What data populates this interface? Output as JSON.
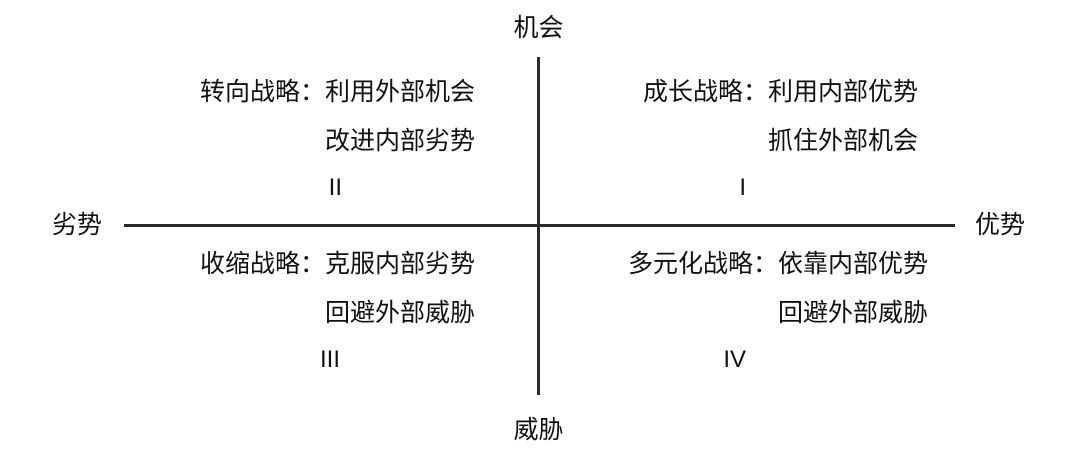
{
  "diagram": {
    "type": "swot-strategy-matrix",
    "axes": {
      "top_label": "机会",
      "bottom_label": "威胁",
      "left_label": "劣势",
      "right_label": "优势"
    },
    "line_color": "#2b2b2b",
    "text_color": "#111111",
    "background": "#ffffff",
    "quadrants": [
      {
        "numeral": "I",
        "position": "top-right",
        "line1": "成长战略：利用内部优势",
        "line2": "抓住外部机会"
      },
      {
        "numeral": "II",
        "position": "top-left",
        "line1": "转向战略：利用外部机会",
        "line2": "改进内部劣势"
      },
      {
        "numeral": "III",
        "position": "bottom-left",
        "line1": "收缩战略：克服内部劣势",
        "line2": "回避外部威胁"
      },
      {
        "numeral": "IV",
        "position": "bottom-right",
        "line1": "多元化战略：依靠内部优势",
        "line2": "回避外部威胁"
      }
    ]
  }
}
